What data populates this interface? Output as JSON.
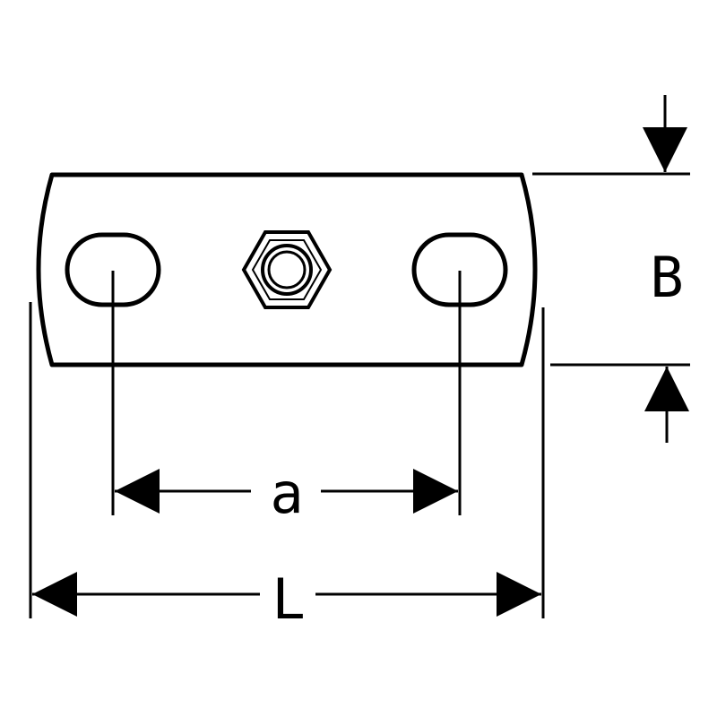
{
  "labels": {
    "height": "B",
    "hole_spacing": "a",
    "length": "L"
  },
  "colors": {
    "stroke": "#000000",
    "background": "#ffffff"
  }
}
